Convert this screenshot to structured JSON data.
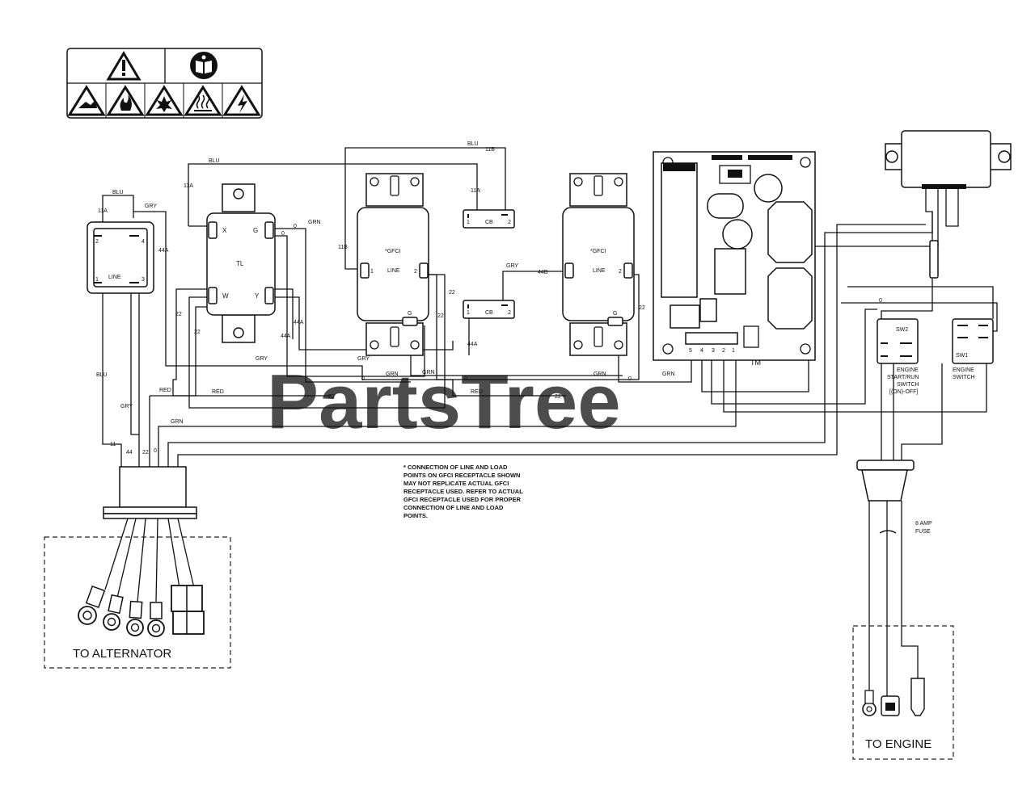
{
  "watermark": {
    "text": "PartsTree",
    "tm": "TM"
  },
  "components": {
    "tl": "TL",
    "tl_x": "X",
    "tl_g": "G",
    "tl_w": "W",
    "tl_y": "Y",
    "switch_line": "LINE",
    "switch_p1": "1",
    "switch_p2": "2",
    "switch_p3": "3",
    "switch_p4": "4",
    "gfci1": "*GFCI",
    "gfci1_line": "LINE",
    "gfci1_p1": "1",
    "gfci1_p2": "2",
    "gfci1_g": "G",
    "gfci2": "*GFCI",
    "gfci2_line": "LINE",
    "gfci2_p2": "2",
    "gfci2_g": "G",
    "cb1": "CB",
    "cb1_p1": "1",
    "cb1_p2": "2",
    "cb2": "CB",
    "cb2_p1": "1",
    "cb2_p2": "2",
    "board_pins": [
      "5",
      "4",
      "3",
      "2",
      "1"
    ],
    "sw2": "SW2",
    "sw2_label": [
      "ENGINE",
      "START/RUN",
      "SWITCH",
      "[(ON)-OFF]"
    ],
    "sw1": "SW1",
    "sw1_label": [
      "ENGINE",
      "SWITCH"
    ],
    "fuse_label": [
      "8 AMP",
      "FUSE"
    ]
  },
  "wires": {
    "blu_top": "BLU",
    "w11a_top": "11A",
    "w11a_cb": "11A",
    "blu_cb": "BLU",
    "w11b_cb": "11B",
    "blu_left": "BLU",
    "w11a_left": "11A",
    "gry_left": "GRY",
    "w44a_left": "44A",
    "zero_tlg": "0",
    "grn_tlg": "GRN",
    "zero_tlg2": "0",
    "w11b_gfci": "11B",
    "w22_gfci1": "22",
    "w22_gfci1b": "22",
    "gry_cb2": "GRY",
    "w44b": "44B",
    "w44a_cb2": "44A",
    "w22_gfci2": "22",
    "w22_tlw": "22",
    "w22_tlw2": "22",
    "w44a_y1": "44A",
    "w44a_y2": "44A",
    "gry_bus": "GRY",
    "gry_gfci": "GRY",
    "zero_bus1": "0",
    "grn_bus1": "GRN",
    "grn_bus2": "GRN",
    "zero_bus2": "0",
    "grn_bus3": "GRN",
    "zero_bus3": "0",
    "grn_bus4": "GRN",
    "red_left": "RED",
    "red_mid": "RED",
    "w22_mid": "22",
    "red_right": "RED",
    "w22_right": "22",
    "grn_low": "GRN",
    "blu_vert": "BLU",
    "gry_vert": "GRY",
    "zero_right": "0",
    "conn_11": "11",
    "conn_44": "44",
    "conn_22": "22",
    "conn_0": "0"
  },
  "note": {
    "lines": [
      "* CONNECTION OF LINE AND LOAD",
      "POINTS  ON GFCI  RECEPTACLE SHOWN",
      "MAY NOT REPLICATE ACTUAL GFCI",
      "RECEPTACLE USED.  REFER TO ACTUAL",
      "GFCI RECEPTACLE USED FOR PROPER",
      "CONNECTION OF LINE AND LOAD",
      "POINTS."
    ]
  },
  "labels": {
    "to_alternator": "TO ALTERNATOR",
    "to_engine": "TO ENGINE"
  }
}
